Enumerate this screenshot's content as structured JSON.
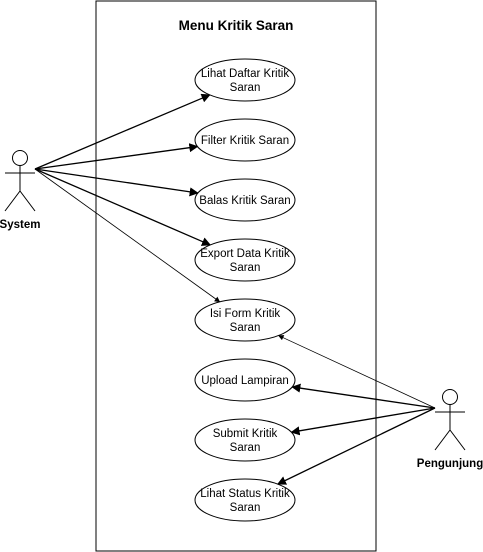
{
  "diagram": {
    "type": "use-case",
    "system_boundary": {
      "title": "Menu Kritik Saran"
    },
    "actors": [
      {
        "id": "system",
        "label": "System"
      },
      {
        "id": "pengunjung",
        "label": "Pengunjung"
      }
    ],
    "use_cases": [
      {
        "id": "uc1",
        "lines": [
          "Lihat Daftar Kritik",
          "Saran"
        ]
      },
      {
        "id": "uc2",
        "lines": [
          "Filter Kritik Saran"
        ]
      },
      {
        "id": "uc3",
        "lines": [
          "Balas Kritik Saran"
        ]
      },
      {
        "id": "uc4",
        "lines": [
          "Export Data Kritik",
          "Saran"
        ]
      },
      {
        "id": "uc5",
        "lines": [
          "Isi Form Kritik",
          "Saran"
        ]
      },
      {
        "id": "uc6",
        "lines": [
          "Upload Lampiran"
        ]
      },
      {
        "id": "uc7",
        "lines": [
          "Submit Kritik",
          "Saran"
        ]
      },
      {
        "id": "uc8",
        "lines": [
          "Lihat Status Kritik",
          "Saran"
        ]
      }
    ],
    "associations": [
      {
        "from": "system",
        "to": "uc1"
      },
      {
        "from": "system",
        "to": "uc2"
      },
      {
        "from": "system",
        "to": "uc3"
      },
      {
        "from": "system",
        "to": "uc4"
      },
      {
        "from": "system",
        "to": "uc5"
      },
      {
        "from": "pengunjung",
        "to": "uc5"
      },
      {
        "from": "pengunjung",
        "to": "uc6"
      },
      {
        "from": "pengunjung",
        "to": "uc7"
      },
      {
        "from": "pengunjung",
        "to": "uc8"
      }
    ]
  }
}
